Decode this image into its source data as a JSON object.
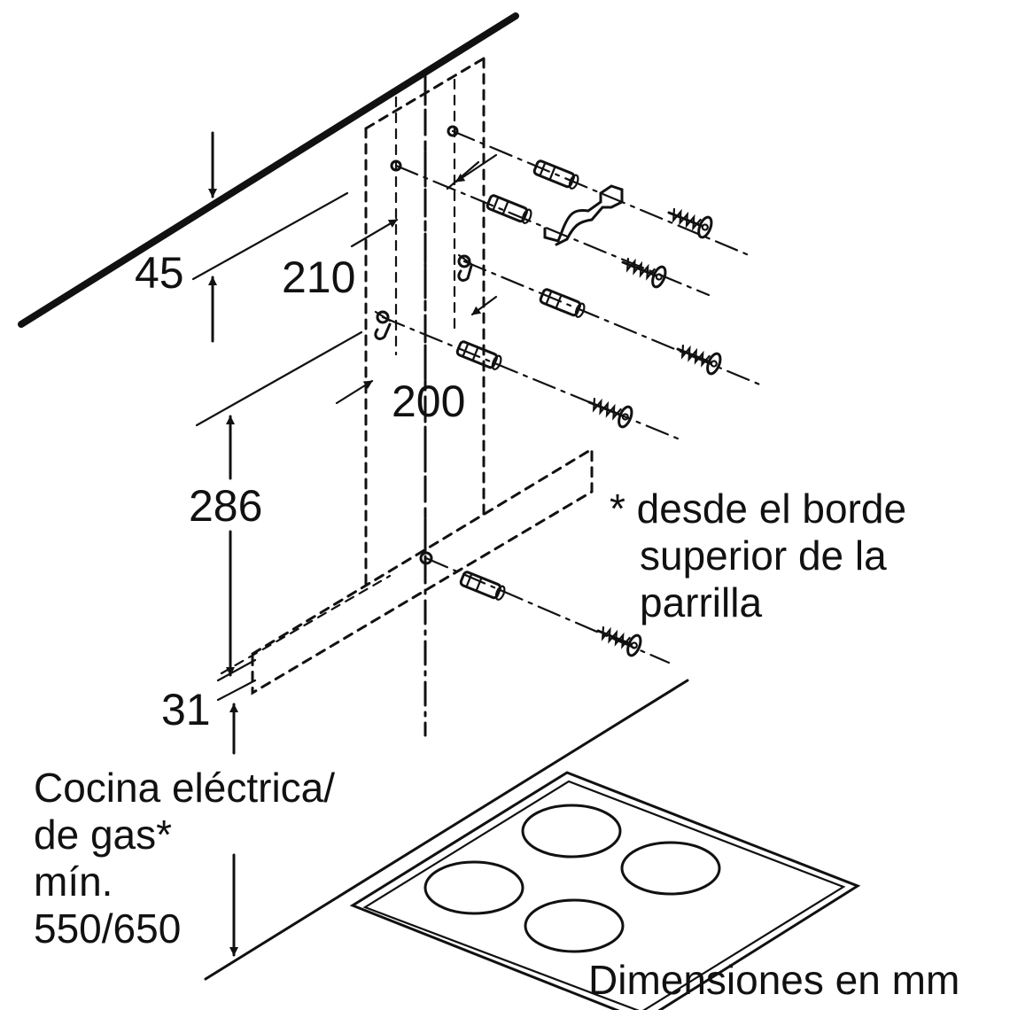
{
  "dimensions": {
    "d45": "45",
    "d210": "210",
    "d200": "200",
    "d286": "286",
    "d31": "31"
  },
  "note_lines": [
    "* desde el borde",
    "superior de la",
    "parrilla"
  ],
  "hob_label_lines": [
    "Cocina eléctrica/",
    "de gas*",
    "mín.",
    "550/650"
  ],
  "units_label": "Dimensiones en mm"
}
